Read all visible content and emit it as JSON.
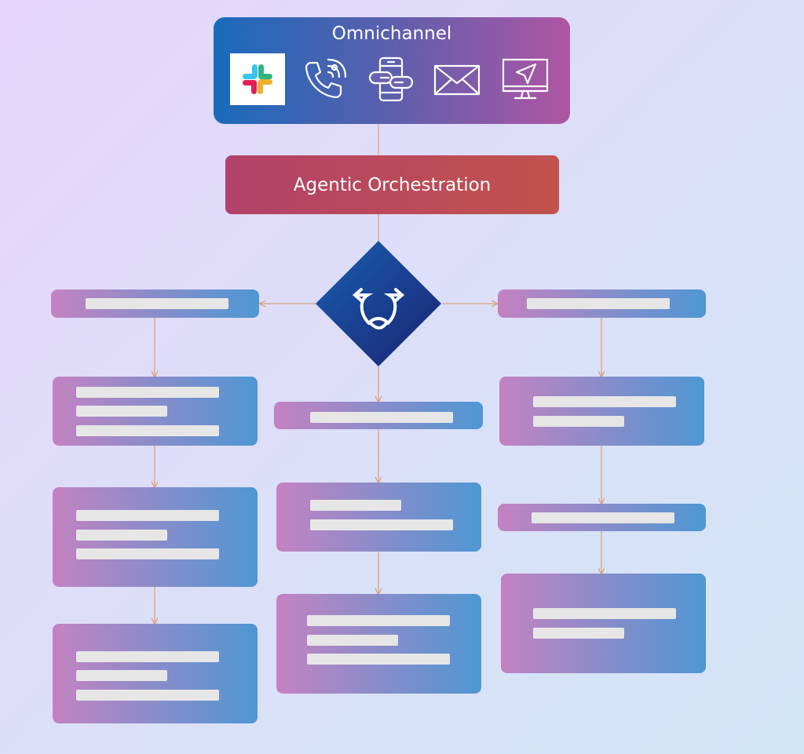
{
  "omnichannel": {
    "title": "Omnichannel",
    "icons": [
      "slack-logo",
      "phone-call-icon",
      "mobile-chat-link-icon",
      "email-icon",
      "monitor-navigation-icon"
    ]
  },
  "orchestration": {
    "label": "Agentic Orchestration"
  },
  "decision": {
    "icon": "split-routing-icon"
  },
  "colors": {
    "omni_gradient": [
      "#1a6bbb",
      "#b056a3"
    ],
    "orchestration_gradient": [
      "#b2426a",
      "#c2524c"
    ],
    "card_gradient": [
      "#c482c1",
      "#4e97d3"
    ],
    "decision_gradient": [
      "#1a5eb0",
      "#1a2472"
    ],
    "connector": "#d9a07a",
    "placeholder_bar": "#e6e6e6"
  }
}
